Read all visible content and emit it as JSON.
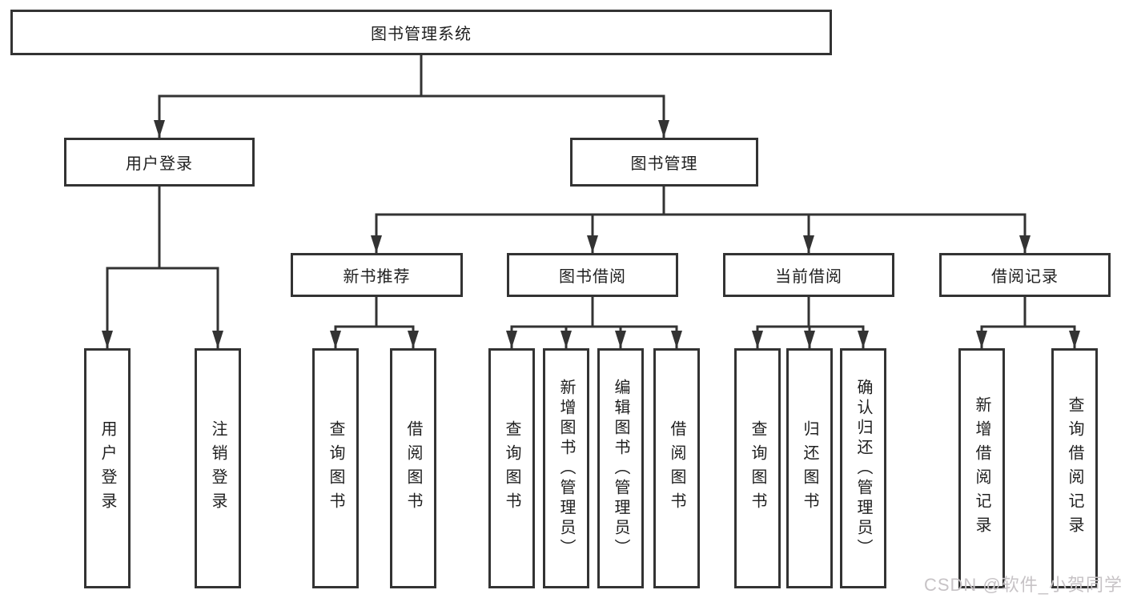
{
  "tree": {
    "root": {
      "label": "图书管理系统",
      "children": [
        {
          "label": "用户登录",
          "children": [
            {
              "label": "用户登录"
            },
            {
              "label": "注销登录"
            }
          ]
        },
        {
          "label": "图书管理",
          "children": [
            {
              "label": "新书推荐",
              "children": [
                {
                  "label": "查询图书"
                },
                {
                  "label": "借阅图书"
                }
              ]
            },
            {
              "label": "图书借阅",
              "children": [
                {
                  "label": "查询图书"
                },
                {
                  "label": "新增图书（管理员）"
                },
                {
                  "label": "编辑图书（管理员）"
                },
                {
                  "label": "借阅图书"
                }
              ]
            },
            {
              "label": "当前借阅",
              "children": [
                {
                  "label": "查询图书"
                },
                {
                  "label": "归还图书"
                },
                {
                  "label": "确认归还（管理员）"
                }
              ]
            },
            {
              "label": "借阅记录",
              "children": [
                {
                  "label": "新增借阅记录"
                },
                {
                  "label": "查询借阅记录"
                }
              ]
            }
          ]
        }
      ]
    }
  },
  "watermark": {
    "text": "CSDN @软件_小贺同学"
  },
  "colors": {
    "line": "#333333",
    "text": "#1f1f1f",
    "background": "#ffffff",
    "watermark": "#c7c3c6"
  }
}
